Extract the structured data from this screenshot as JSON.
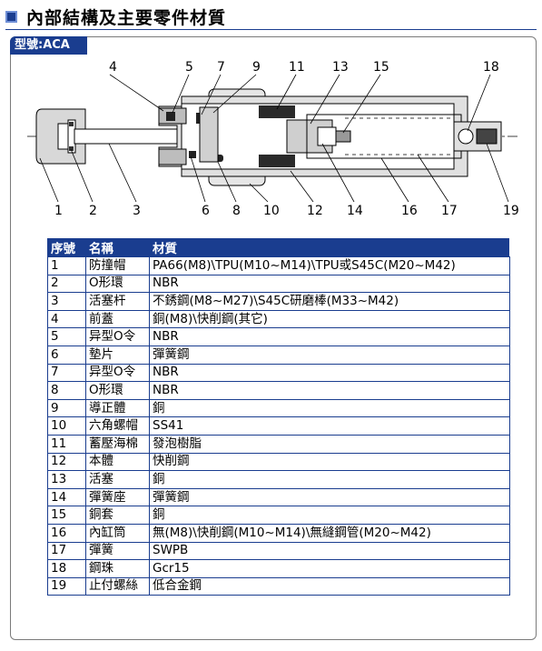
{
  "header": {
    "title": "內部結構及主要零件材質"
  },
  "model": {
    "label": "型號:ACA"
  },
  "diagram": {
    "labels_top": [
      "4",
      "5",
      "7",
      "9",
      "11",
      "13",
      "15",
      "18"
    ],
    "labels_bottom": [
      "1",
      "2",
      "3",
      "6",
      "8",
      "10",
      "12",
      "14",
      "16",
      "17",
      "19"
    ]
  },
  "table": {
    "headers": [
      "序號",
      "名稱",
      "材質"
    ],
    "rows": [
      {
        "no": "1",
        "name": "防撞帽",
        "material": "PA66(M8)\\TPU(M10~M14)\\TPU或S45C(M20~M42)"
      },
      {
        "no": "2",
        "name": "O形環",
        "material": "NBR"
      },
      {
        "no": "3",
        "name": "活塞杆",
        "material": "不銹鋼(M8~M27)\\S45C研磨棒(M33~M42)"
      },
      {
        "no": "4",
        "name": "前蓋",
        "material": "銅(M8)\\快削鋼(其它)"
      },
      {
        "no": "5",
        "name": "异型O令",
        "material": "NBR"
      },
      {
        "no": "6",
        "name": "墊片",
        "material": "彈簧鋼"
      },
      {
        "no": "7",
        "name": "异型O令",
        "material": "NBR"
      },
      {
        "no": "8",
        "name": "O形環",
        "material": "NBR"
      },
      {
        "no": "9",
        "name": "導正體",
        "material": "銅"
      },
      {
        "no": "10",
        "name": "六角螺帽",
        "material": "SS41"
      },
      {
        "no": "11",
        "name": "蓄壓海棉",
        "material": "發泡樹脂"
      },
      {
        "no": "12",
        "name": "本體",
        "material": "快削鋼"
      },
      {
        "no": "13",
        "name": "活塞",
        "material": "銅"
      },
      {
        "no": "14",
        "name": "彈簧座",
        "material": "彈簧鋼"
      },
      {
        "no": "15",
        "name": "銅套",
        "material": "銅"
      },
      {
        "no": "16",
        "name": "內缸筒",
        "material": "無(M8)\\快削鋼(M10~M14)\\無縫鋼管(M20~M42)"
      },
      {
        "no": "17",
        "name": "彈簧",
        "material": "SWPB"
      },
      {
        "no": "18",
        "name": "鋼珠",
        "material": "Gcr15"
      },
      {
        "no": "19",
        "name": "止付螺絲",
        "material": "低合金鋼"
      }
    ]
  }
}
